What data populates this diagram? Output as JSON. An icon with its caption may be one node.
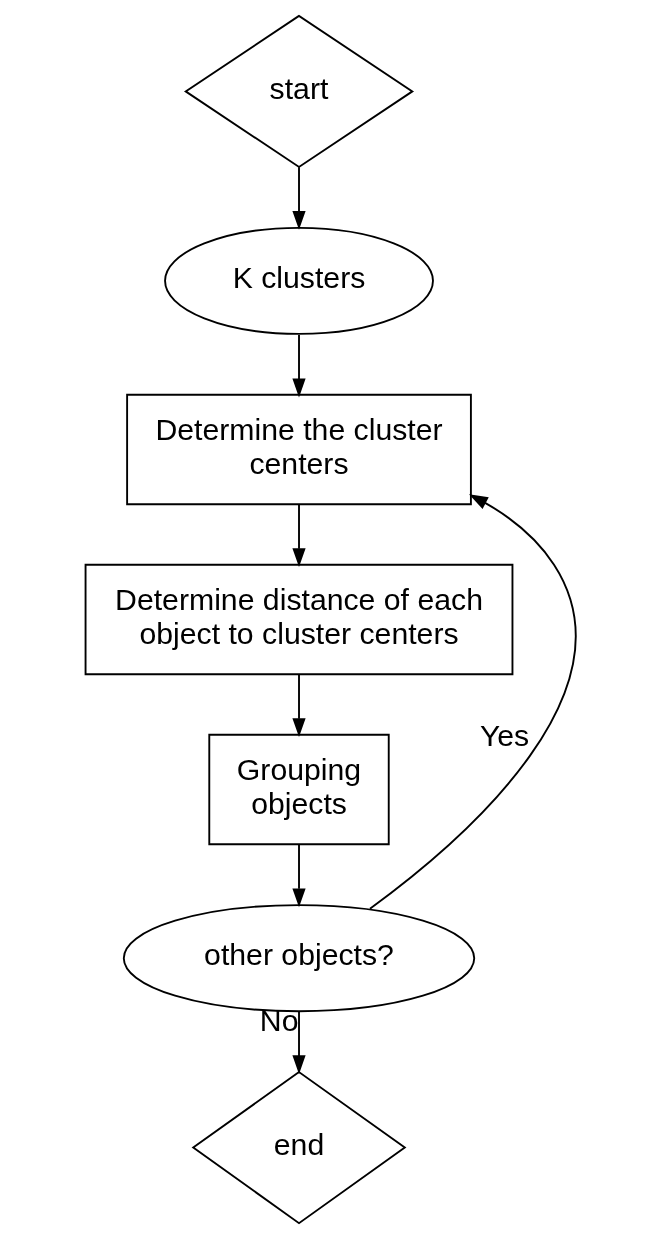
{
  "diagram": {
    "nodes": [
      {
        "text": [
          "start"
        ]
      },
      {
        "text": [
          "K clusters"
        ]
      },
      {
        "text": [
          "Determine the cluster centers"
        ]
      },
      {
        "text": [
          "Determine distance of each object to cluster centers"
        ]
      },
      {
        "text": [
          "Grouping objects"
        ]
      },
      {
        "text": [
          "other objects?"
        ]
      },
      {
        "text": [
          "end"
        ]
      }
    ],
    "edges": [
      {
        "from": 0,
        "to": 1,
        "arrow": "to"
      },
      {
        "from": 1,
        "to": 2,
        "arrow": "to"
      },
      {
        "from": 2,
        "to": 3,
        "arrow": "to"
      },
      {
        "from": 3,
        "to": 4,
        "arrow": "to"
      },
      {
        "from": 4,
        "to": 5,
        "arrow": "to"
      },
      {
        "from": 5,
        "to": 2,
        "arrow": "to",
        "label": "Yes"
      },
      {
        "from": 5,
        "to": 6,
        "arrow": "to",
        "label": "No"
      }
    ]
  }
}
